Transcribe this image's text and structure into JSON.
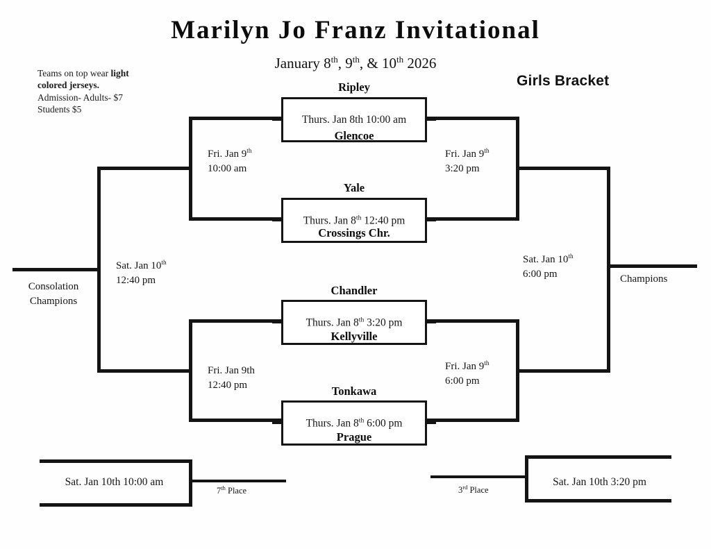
{
  "header": {
    "title": "Marilyn Jo Franz Invitational",
    "dates_prefix": "January 8",
    "dates_sup1": "th",
    "dates_mid": ", 9",
    "dates_sup2": "th",
    "dates_mid2": ", & 10",
    "dates_sup3": "th",
    "dates_year": " 2026",
    "bracket_label": "Girls Bracket"
  },
  "notes": {
    "line1_plain": "Teams on top wear ",
    "line1_bold": "light",
    "line2_bold": "colored jerseys.",
    "line3": "Admission- Adults- $7",
    "line4": "Students $5"
  },
  "games": [
    {
      "id": "game-1",
      "top_team": "Ripley",
      "bottom_team": "Glencoe",
      "time_prefix": "Thurs. Jan 8th 10:00 am",
      "time_sup": ""
    },
    {
      "id": "game-2",
      "top_team": "Yale",
      "bottom_team": "Crossings Chr.",
      "time_prefix": "Thurs. Jan 8",
      "time_sup": "th",
      "time_suffix": " 12:40 pm"
    },
    {
      "id": "game-3",
      "top_team": "Chandler",
      "bottom_team": "Kellyville",
      "time_prefix": "Thurs. Jan 8",
      "time_sup": "th",
      "time_suffix": " 3:20 pm"
    },
    {
      "id": "game-4",
      "top_team": "Tonkawa",
      "bottom_team": "Prague",
      "time_prefix": "Thurs. Jan 8",
      "time_sup": "th",
      "time_suffix": " 6:00 pm"
    }
  ],
  "rounds": {
    "consolation_upper": {
      "day": "Fri. Jan 9",
      "sup": "th",
      "time": "10:00 am"
    },
    "consolation_lower": {
      "day": "Fri. Jan 9th",
      "sup": "",
      "time": "12:40 pm"
    },
    "semifinal_upper": {
      "day": "Fri. Jan 9",
      "sup": "th",
      "time": "3:20 pm"
    },
    "semifinal_lower": {
      "day": "Fri. Jan 9",
      "sup": "th",
      "time": "6:00 pm"
    },
    "consolation_final": {
      "day": "Sat. Jan 10",
      "sup": "th",
      "time": "12:40 pm"
    },
    "championship": {
      "day": "Sat. Jan 10",
      "sup": "th",
      "time": "6:00 pm"
    }
  },
  "outcomes": {
    "consolation_champions_line1": "Consolation",
    "consolation_champions_line2": "Champions",
    "champions": "Champions"
  },
  "placement": {
    "seventh": {
      "time": "Sat. Jan 10th 10:00 am",
      "label_num": "7",
      "label_sup": "th",
      "label_text": " Place"
    },
    "third": {
      "time": "Sat. Jan 10th 3:20 pm",
      "label_num": "3",
      "label_sup": "rd",
      "label_text": " Place"
    }
  }
}
